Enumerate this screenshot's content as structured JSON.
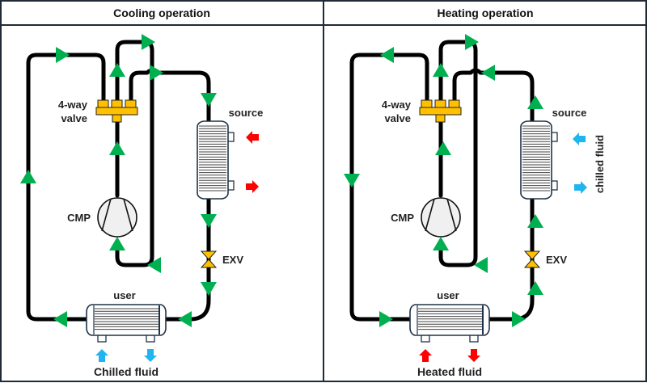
{
  "panels": [
    {
      "id": "cooling",
      "title": "Cooling operation",
      "labels": {
        "valve": [
          "4-way",
          "valve"
        ],
        "source": "source",
        "compressor": "CMP",
        "expansion_valve": "EXV",
        "user": "user",
        "fluid": "Chilled fluid"
      },
      "source_fluid_label": "",
      "user_fluid_arrow_color": "#1fb5f0",
      "source_fluid_arrow_color": "#ff0000",
      "mode": "cooling"
    },
    {
      "id": "heating",
      "title": "Heating operation",
      "labels": {
        "valve": [
          "4-way",
          "valve"
        ],
        "source": "source",
        "compressor": "CMP",
        "expansion_valve": "EXV",
        "user": "user",
        "fluid": "Heated fluid"
      },
      "source_fluid_label": "chilled fluid",
      "user_fluid_arrow_color": "#ff0000",
      "source_fluid_arrow_color": "#1fb5f0",
      "mode": "heating"
    }
  ],
  "colors": {
    "flow_arrow": "#00b050",
    "valve": "#ffc000",
    "pipe": "#000000",
    "hot": "#ff0000",
    "cold": "#1fb5f0"
  }
}
